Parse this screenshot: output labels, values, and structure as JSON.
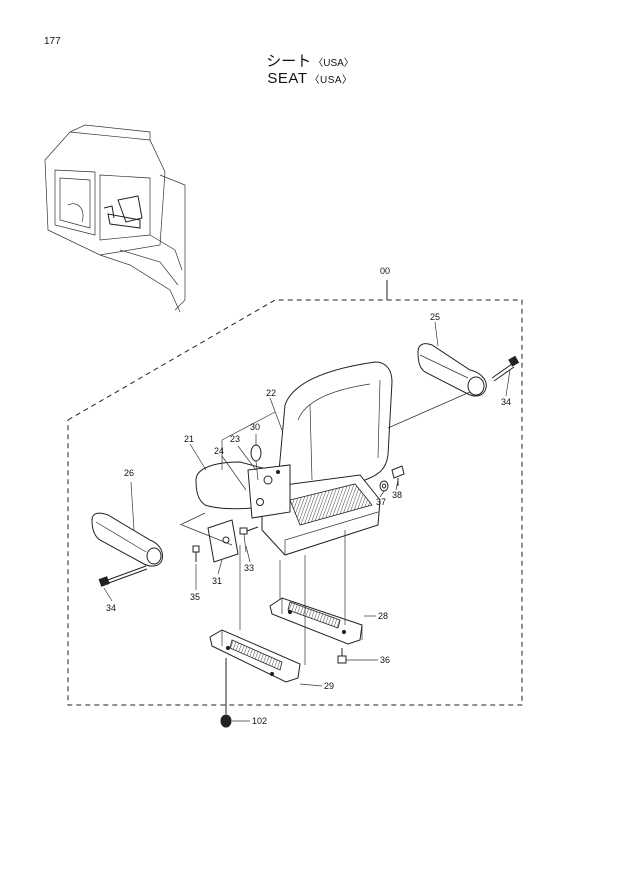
{
  "page": {
    "number": "177"
  },
  "title": {
    "jp": "シート",
    "en": "SEAT",
    "suffix": "〈USA〉"
  },
  "assembly_label": "00",
  "callouts": {
    "p21": "21",
    "p22": "22",
    "p23": "23",
    "p24": "24",
    "p25": "25",
    "p26": "26",
    "p28": "28",
    "p29": "29",
    "p30": "30",
    "p31": "31",
    "p33": "33",
    "p34a": "34",
    "p34b": "34",
    "p35": "35",
    "p36": "36",
    "p37": "37",
    "p38": "38",
    "p102": "102"
  }
}
